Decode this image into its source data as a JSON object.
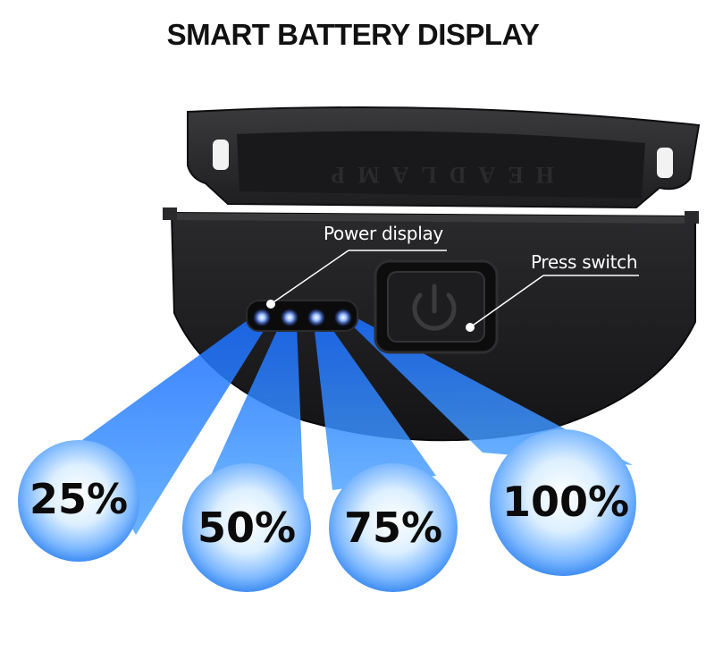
{
  "title": "SMART BATTERY DISPLAY",
  "strap_text": "HEADLAMP",
  "callouts": {
    "power_display": "Power display",
    "press_switch": "Press switch"
  },
  "levels": [
    {
      "label": "25%",
      "value": 25
    },
    {
      "label": "50%",
      "value": 50
    },
    {
      "label": "75%",
      "value": 75
    },
    {
      "label": "100%",
      "value": 100
    }
  ],
  "colors": {
    "body": "#1c1c1e",
    "led": "#3f7bff",
    "beam": "#2f8bff",
    "bubble": "#d8ecff",
    "text": "#111111"
  },
  "icons": {
    "switch": "power-icon"
  }
}
